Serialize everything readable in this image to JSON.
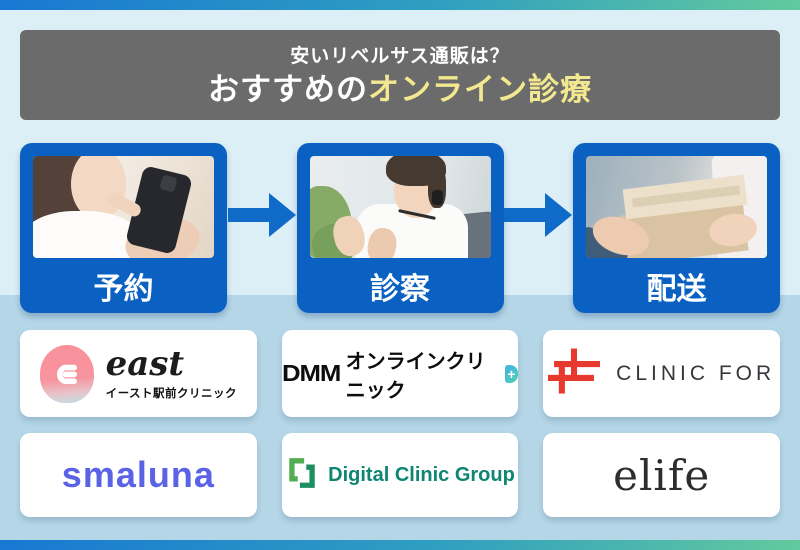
{
  "header": {
    "line1": "安いリベルサス通販は？",
    "line2_prefix": "おすすめの",
    "line2_highlight": "オンライン診療"
  },
  "steps": {
    "items": [
      {
        "label": "予約",
        "photo": "woman-booking-on-smartphone"
      },
      {
        "label": "診察",
        "photo": "doctor-online-consultation-headset"
      },
      {
        "label": "配送",
        "photo": "package-handover-hands"
      }
    ]
  },
  "clinics": {
    "east": {
      "wordmark": "east",
      "subtitle": "イースト駅前クリニック"
    },
    "dmm": {
      "brand": "DMM",
      "wordmark": "オンラインクリニック",
      "icon_plus": "+"
    },
    "clinic_for": {
      "wordmark": "CLINIC FOR"
    },
    "smaluna": {
      "wordmark": "smaluna"
    },
    "digital_clinic_group": {
      "wordmark": "Digital Clinic Group"
    },
    "elife": {
      "wordmark": "elife"
    }
  },
  "colors": {
    "background_top": "#dceef6",
    "background_bottom": "#b4d6e7",
    "gradient_bar_left": "#1878d2",
    "gradient_bar_right": "#63c99e",
    "title_box_bg": "#6b6b6b",
    "title_highlight": "#f2e88f",
    "step_card_blue": "#0b61c1",
    "arrow_blue": "#0f6ac8",
    "east_pink": "#f9919c",
    "clinic_for_red": "#e8392e",
    "smaluna_indigo": "#5a62e6",
    "dcg_green": "#53ae51",
    "dcg_teal_text": "#0f8573",
    "elife_black": "#2d2d2d"
  }
}
